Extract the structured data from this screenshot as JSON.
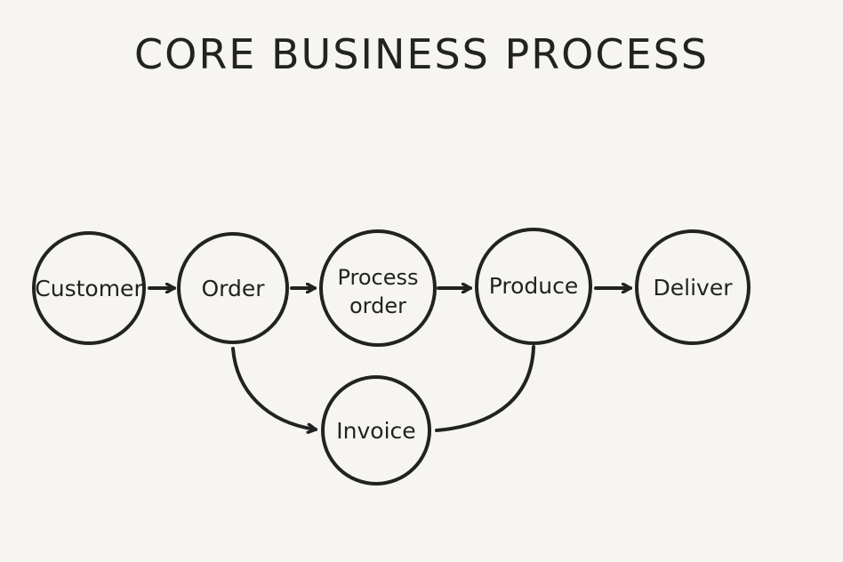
{
  "title": "CORE BUSINESS PROCESS",
  "colors": {
    "background": "#f7f5f2",
    "ink": "#222222"
  },
  "nodes": [
    {
      "id": "customer",
      "label": "Customer"
    },
    {
      "id": "order",
      "label": "Order"
    },
    {
      "id": "process-order",
      "label_line1": "Process",
      "label_line2": "order"
    },
    {
      "id": "produce",
      "label": "Produce"
    },
    {
      "id": "deliver",
      "label": "Deliver"
    },
    {
      "id": "invoice",
      "label": "Invoice"
    }
  ],
  "edges": [
    {
      "from": "customer",
      "to": "order",
      "arrow": true
    },
    {
      "from": "order",
      "to": "process-order",
      "arrow": true
    },
    {
      "from": "process-order",
      "to": "produce",
      "arrow": true
    },
    {
      "from": "produce",
      "to": "deliver",
      "arrow": true
    },
    {
      "from": "order",
      "to": "invoice",
      "arrow": true
    },
    {
      "from": "invoice",
      "to": "produce",
      "arrow": false
    }
  ]
}
